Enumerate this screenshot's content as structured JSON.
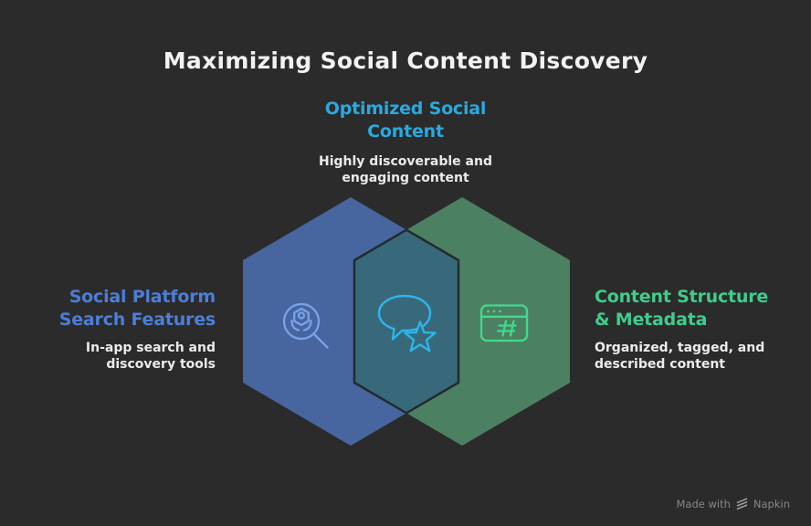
{
  "canvas": {
    "background_color": "#2b2b2b",
    "title_color": "#f2f2f2"
  },
  "title": "Maximizing Social Content Discovery",
  "nodes": {
    "top": {
      "heading": "Optimized Social\nContent",
      "description": "Highly discoverable and\nengaging content",
      "heading_color": "#29a9e0"
    },
    "left": {
      "heading": "Social Platform\nSearch Features",
      "description": "In-app search and\ndiscovery tools",
      "heading_color": "#4c7ed8",
      "hexagon_fill": "#47659e",
      "icon": "user-search-icon",
      "icon_color": "#7aa2ea"
    },
    "right": {
      "heading": "Content Structure\n& Metadata",
      "description": "Organized, tagged, and\ndescribed content",
      "heading_color": "#3ecd8c",
      "hexagon_fill": "#4c8062",
      "icon": "browser-hashtag-icon",
      "icon_color": "#41d98f"
    },
    "overlap": {
      "fill": "#38697b",
      "stroke": "#242a2e",
      "icon": "speech-bubble-star-icon",
      "icon_color": "#2db5ea"
    }
  },
  "watermark": {
    "prefix": "Made with",
    "brand": "Napkin",
    "text_color": "#878787",
    "logo_color": "#9a9a9a"
  }
}
